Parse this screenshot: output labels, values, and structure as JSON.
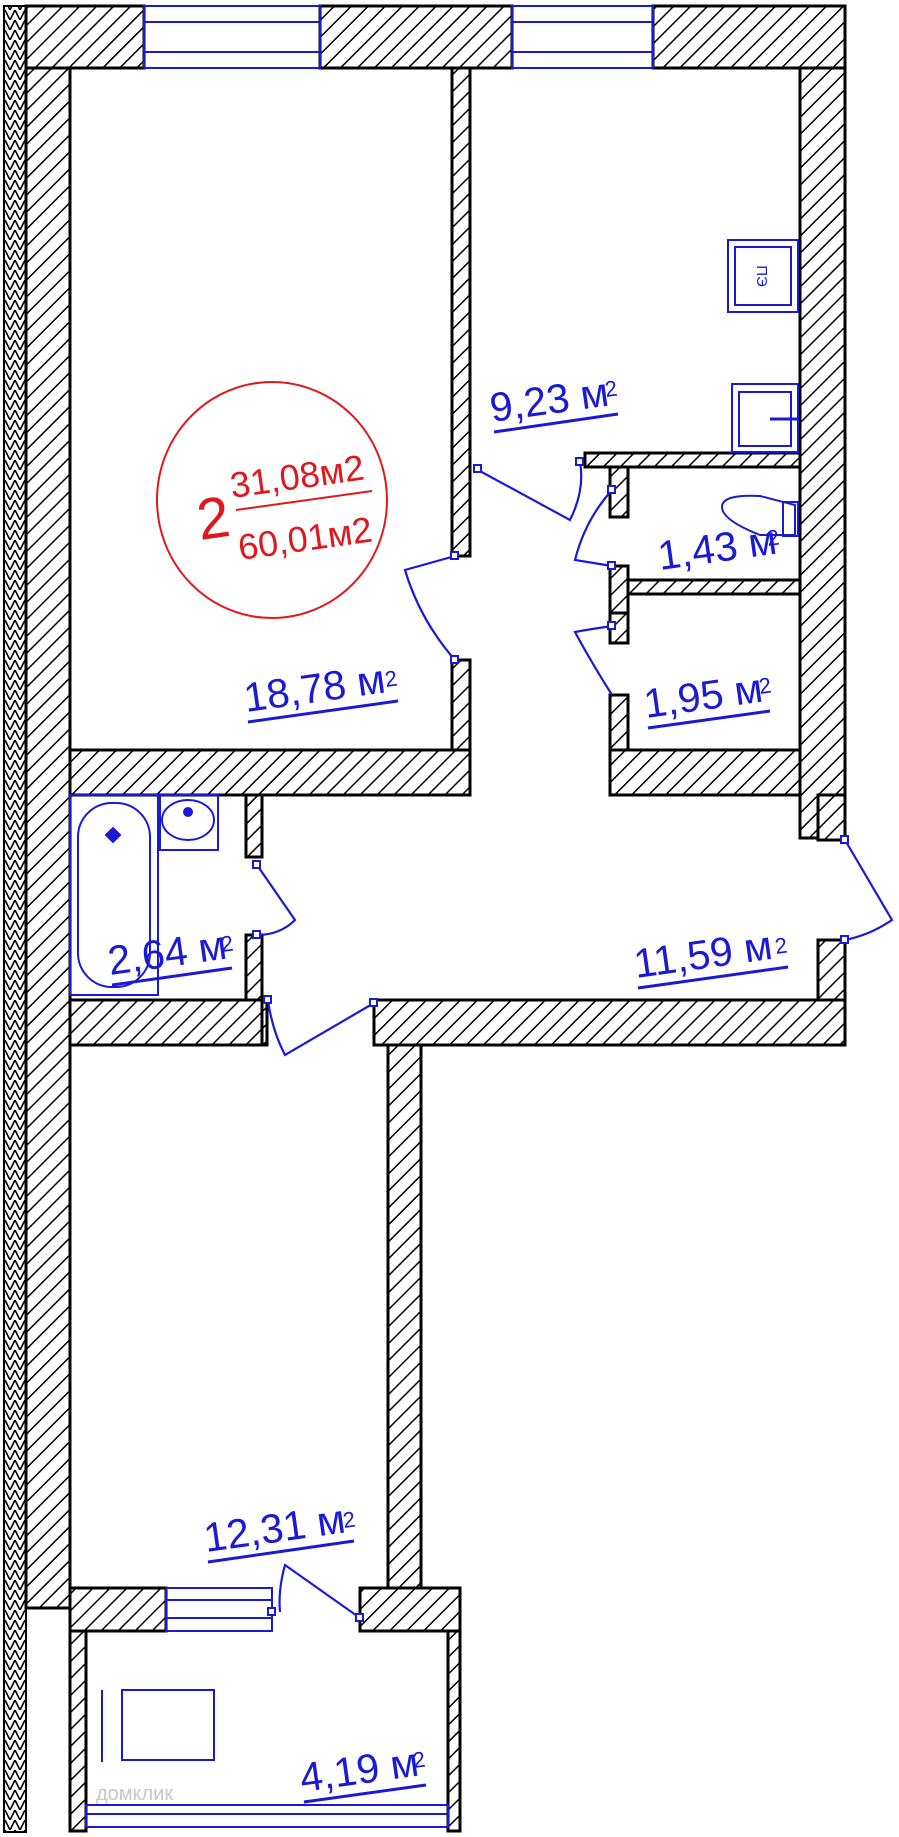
{
  "colors": {
    "wall_stroke": "#000000",
    "fixtures": "#1a1ad6",
    "stamp": "#e0181e",
    "background": "#ffffff"
  },
  "stamp": {
    "rooms": "2",
    "living_area": "31,08м2",
    "total_area": "60,01м2"
  },
  "rooms": [
    {
      "id": "room-large",
      "area": "18,78 м",
      "sup": "2"
    },
    {
      "id": "kitchen",
      "area": "9,23 м",
      "sup": "2"
    },
    {
      "id": "wc",
      "area": "1,43 м",
      "sup": "2"
    },
    {
      "id": "storage",
      "area": "1,95 м",
      "sup": "2"
    },
    {
      "id": "bathroom",
      "area": "2,64 м",
      "sup": "2"
    },
    {
      "id": "hallway",
      "area": "11,59 м",
      "sup": "2"
    },
    {
      "id": "room-small",
      "area": "12,31 м",
      "sup": "2"
    },
    {
      "id": "loggia",
      "area": "4,19 м",
      "sup": "2"
    }
  ],
  "fixtures": {
    "stove_label": "ПЭ"
  },
  "watermark": "домклик"
}
